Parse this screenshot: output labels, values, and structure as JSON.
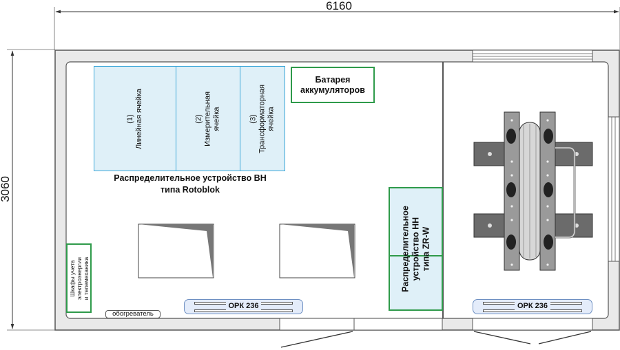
{
  "dimensions": {
    "width": "6160",
    "height": "3060"
  },
  "hv_switchgear": {
    "cells": [
      {
        "number": "(1)",
        "name": "Линейная ячейка",
        "name_lines": [
          "Линейная ячейка"
        ]
      },
      {
        "number": "(2)",
        "name": "Измерительная ячейка",
        "name_lines": [
          "Измерительная",
          "ячейка"
        ]
      },
      {
        "number": "(3)",
        "name": "Трансформаторная ячейка",
        "name_lines": [
          "Трансформаторная",
          "ячейка"
        ]
      }
    ],
    "caption_line1": "Распределительное устройство ВН",
    "caption_line2": "типа  Rotoblok"
  },
  "battery": {
    "line1": "Батарея",
    "line2": "аккумуляторов"
  },
  "lv_switchgear": {
    "line1": "Распределительное",
    "line2": "устройство НН",
    "line3": "типа ZR-W"
  },
  "metering_cabinet": {
    "line1": "Шкафы учета",
    "line2": "электроэнергии",
    "line3": "и телемеханика"
  },
  "heater": {
    "label": "обогреватель"
  },
  "lamps": [
    {
      "label": "ОРК 236"
    },
    {
      "label": "ОРК 236"
    }
  ],
  "icons": {
    "transformer": "transformer-icon",
    "door": "door-swing-icon",
    "window": "window-icon"
  },
  "colors": {
    "hv_cell_border": "#39a6d8",
    "hv_cell_fill": "#dff0f8",
    "green_border": "#2e9a4a",
    "lamp_border": "#6d8fc2"
  }
}
